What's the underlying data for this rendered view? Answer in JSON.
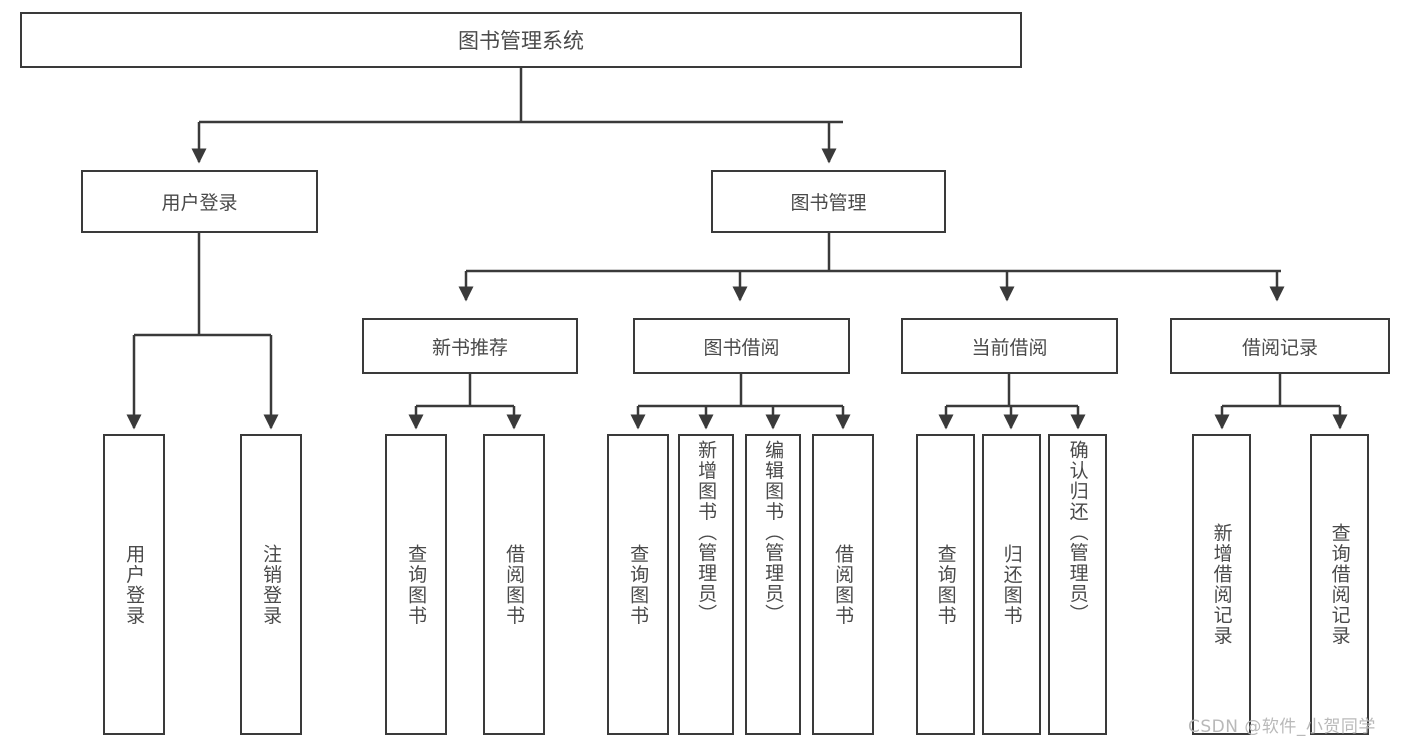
{
  "diagram": {
    "title": "图书管理系统",
    "type": "功能结构图",
    "root": {
      "label": "图书管理系统"
    },
    "level1": [
      {
        "label": "用户登录"
      },
      {
        "label": "图书管理"
      }
    ],
    "level2": [
      {
        "label": "新书推荐"
      },
      {
        "label": "图书借阅"
      },
      {
        "label": "当前借阅"
      },
      {
        "label": "借阅记录"
      }
    ],
    "leaves": {
      "user_login": [
        {
          "label": "用户登录"
        },
        {
          "label": "注销登录"
        }
      ],
      "new_book_recommend": [
        {
          "label": "查询图书"
        },
        {
          "label": "借阅图书"
        }
      ],
      "book_borrow": [
        {
          "label": "查询图书"
        },
        {
          "label": "新增图书（管理员）"
        },
        {
          "label": "编辑图书（管理员）"
        },
        {
          "label": "借阅图书"
        }
      ],
      "current_borrow": [
        {
          "label": "查询图书"
        },
        {
          "label": "归还图书"
        },
        {
          "label": "确认归还（管理员）"
        }
      ],
      "borrow_record": [
        {
          "label": "新增借阅记录"
        },
        {
          "label": "查询借阅记录"
        }
      ]
    }
  },
  "watermark": {
    "text": "CSDN @软件_小贺同学"
  },
  "colors": {
    "border": "#3a3a3a",
    "text": "#4a4a4a",
    "background": "#ffffff",
    "watermark": "#b9b9b9"
  }
}
